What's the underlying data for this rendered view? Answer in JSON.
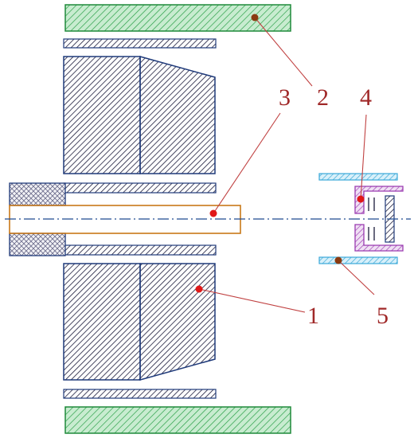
{
  "colors": {
    "background": "#ffffff",
    "outline": "#1f3a7a",
    "hatch": "#1a1a3a",
    "magnet": "#2aa048",
    "magnet_outline": "#1f8a3a",
    "rod_outline": "#c87818",
    "collector": "#3aa8d8",
    "electrode": "#9a3ab0",
    "axis": "#1f4a90",
    "leader": "#c04040",
    "marker_red": "#e01818",
    "marker_brown": "#8a3a10",
    "label": "#a02828",
    "mesh": "#6a6a8a"
  },
  "callouts": [
    {
      "label": "1"
    },
    {
      "label": "2"
    },
    {
      "label": "3"
    },
    {
      "label": "4"
    },
    {
      "label": "5"
    }
  ]
}
